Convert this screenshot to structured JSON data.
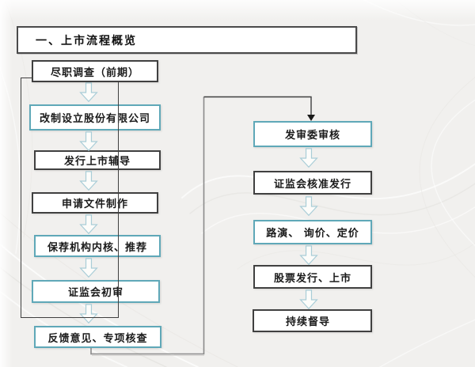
{
  "title": {
    "label": "一、上市流程概览"
  },
  "left_flow": {
    "items": [
      {
        "label": "尽职调查（前期）",
        "border": "dark"
      },
      {
        "label": "改制设立股份有限公司",
        "border": "teal"
      },
      {
        "label": "发行上市辅导",
        "border": "dark"
      },
      {
        "label": "申请文件制作",
        "border": "dark"
      },
      {
        "label": "保荐机构内核、推荐",
        "border": "teal"
      },
      {
        "label": "证监会初审",
        "border": "teal"
      },
      {
        "label": "反馈意见、专项核查",
        "border": "teal"
      }
    ]
  },
  "right_flow": {
    "items": [
      {
        "label": "发审委审核",
        "border": "teal"
      },
      {
        "label": "证监会核准发行",
        "border": "dark"
      },
      {
        "label": "路演、 询价、定价",
        "border": "teal"
      },
      {
        "label": "股票发行、上市",
        "border": "dark"
      },
      {
        "label": "持续督导",
        "border": "dark"
      }
    ]
  },
  "colors": {
    "background": "#F1F0EE",
    "box_fill": "#FFFFFF",
    "teal_border": "#5FA8B8",
    "dark_border": "#404040",
    "arrow_outline": "#A9CDD7",
    "connector_gray": "#8A8A8A",
    "connector_dark": "#3F3F3F",
    "text": "#1A1A1A"
  },
  "icons": {
    "down_arrow": "hollow-down-arrow-icon",
    "connector_arrowhead": "solid-down-triangle-icon"
  }
}
